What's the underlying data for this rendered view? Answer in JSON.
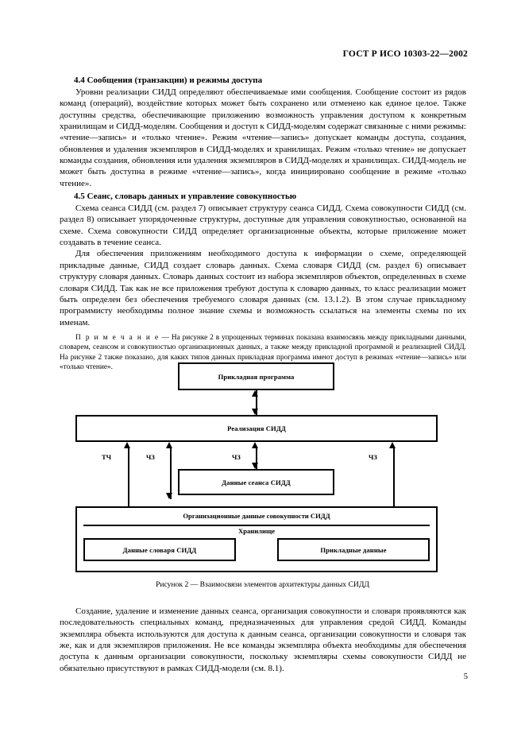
{
  "document": {
    "header": "ГОСТ Р ИСО 10303-22—2002",
    "page_number": "5"
  },
  "sections": [
    {
      "id": "4.4",
      "heading": "4.4 Сообщения (транзакции) и режимы доступа",
      "paragraphs": [
        "Уровни реализации СИДД определяют обеспечиваемые ими сообщения. Сообщение состоит из рядов команд (операций), воздействие которых может быть сохранено или отменено как единое целое. Также доступны средства, обеспечивающие приложению возможность управления доступом к конкретным хранилищам и СИДД-моделям. Сообщения и доступ к СИДД-моделям содержат связанные с ними режимы: «чтение—запись» и «только чтение». Режим «чтение—запись» допускает команды доступа, создания, обновления и удаления экземпляров в СИДД-моделях и хранилищах. Режим «только чтение» не допускает команды создания, обновления или удаления экземпляров в СИДД-моделях и хранилищах. СИДД-модель не может быть доступна в режиме «чтение—запись», когда инициировано сообщение в режиме «только чтение»."
      ]
    },
    {
      "id": "4.5",
      "heading": "4.5 Сеанс, словарь данных и управление совокупностью",
      "paragraphs": [
        "Схема сеанса СИДД (см. раздел 7) описывает структуру сеанса СИДД. Схема совокупности СИДД (см. раздел 8) описывает упорядоченные структуры, доступные для управления совокупностью, основанной на схеме. Схема совокупности СИДД определяет организационные объекты, которые приложение может создавать в течение сеанса.",
        "Для обеспечения приложениям необходимого доступа к информации о схеме, определяющей прикладные данные, СИДД создает словарь данных. Схема словаря СИДД (см. раздел 6) описывает структуру словаря данных. Словарь данных состоит из набора экземпляров объектов, определенных в схеме словаря СИДД. Так как не все приложения требуют доступа к словарю данных, то класс реализации может быть определен без обеспечения требуемого словаря данных (см. 13.1.2). В этом случае прикладному программисту необходимы полное знание схемы и возможность ссылаться на элементы схемы по их именам."
      ]
    }
  ],
  "note": {
    "label": "П р и м е ч а н и е",
    "dash": " — ",
    "text": "На рисунке 2 в упрощенных терминах показана взаимосвязь между прикладными данными, словарем, сеансом и совокупностью организационных данных, а также между прикладной программой и реализацией СИДД. На рисунке 2 также показано, для каких типов данных прикладная программа имеют доступ в режимах «чтение—запись» или «только чтение»."
  },
  "figure": {
    "caption": "Рисунок 2 — Взаимосвязи элементов архитектуры данных СИДД",
    "boxes": {
      "application_program": "Прикладная программа",
      "sdai_implementation": "Реализация СИДД",
      "sdai_session_data": "Данные сеанса СИДД",
      "repository_org_data": "Организационные данные совокупности СИДД",
      "repository": "Хранилище",
      "dictionary_data": "Данные словаря СИДД",
      "application_data": "Прикладные данные"
    },
    "arrow_labels": {
      "read_only": "ТЧ",
      "read_write_1": "ЧЗ",
      "read_write_2": "ЧЗ",
      "read_write_3": "ЧЗ"
    },
    "line_color": "#000000"
  },
  "closing": {
    "paragraph": "Создание, удаление и изменение данных сеанса, организация совокупности и словаря проявляются как последовательность специальных команд, предназначенных для управления средой СИДД. Команды экземпляра объекта используются для доступа к данным сеанса, организации совокупности и словаря так же, как и для экземпляров приложения. Не все команды экземпляра объекта необходимы для обеспечения доступа к данным организации совокупности, поскольку экземпляры схемы совокупности СИДД не обязательно присутствуют в рамках СИДД-модели (см. 8.1)."
  }
}
